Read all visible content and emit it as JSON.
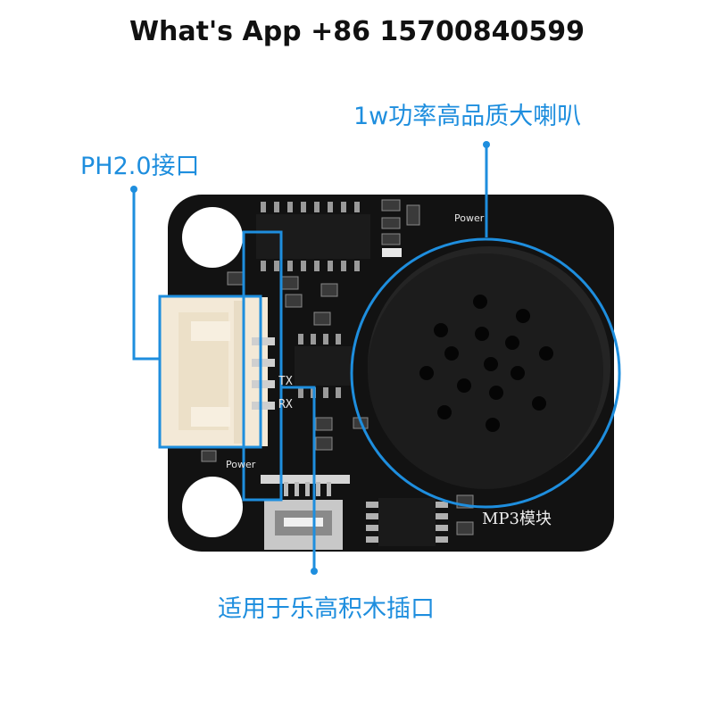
{
  "header": {
    "contact_text": "What's App +86 15700840599"
  },
  "callouts": {
    "speaker": "1w功率高品质大喇叭",
    "connector": "PH2.0接口",
    "lego_port": "适用于乐高积木插口"
  },
  "board": {
    "power_label_top": "Power",
    "power_label_bottom": "Power",
    "pin_tx": "TX",
    "pin_rx": "RX",
    "module_name": "MP3模块"
  },
  "colors": {
    "accent": "#1e8ede",
    "pcb": "#121212",
    "connector": "#f3e9d7"
  }
}
